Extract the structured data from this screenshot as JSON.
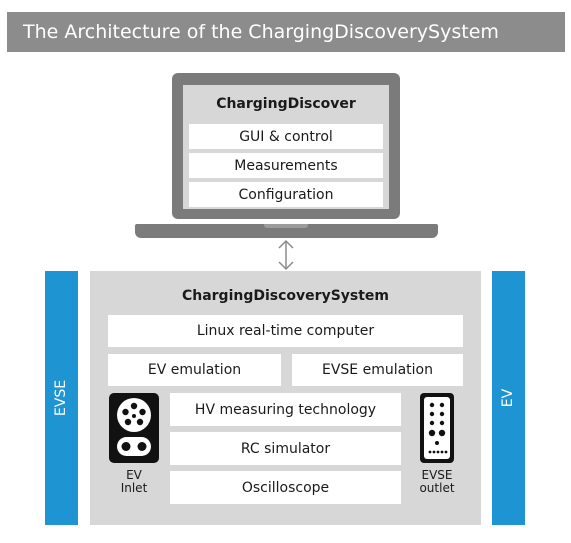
{
  "header": {
    "title": "The Architecture of the ChargingDiscoverySystem"
  },
  "laptop": {
    "title": "ChargingDiscover",
    "items": [
      "GUI & control",
      "Measurements",
      "Configuration"
    ]
  },
  "system": {
    "title": "ChargingDiscoverySystem",
    "computer": "Linux real-time computer",
    "ev_emulation": "EV emulation",
    "evse_emulation": "EVSE emulation",
    "modules": [
      "HV measuring technology",
      "RC simulator",
      "Oscilloscope"
    ],
    "inlet": {
      "line1": "EV",
      "line2": "Inlet"
    },
    "outlet": {
      "line1": "EVSE",
      "line2": "outlet"
    }
  },
  "sides": {
    "left": "EVSE",
    "right": "EV"
  },
  "colors": {
    "accent_blue": "#1f94d2",
    "gray_dark": "#7b7b7b",
    "gray_light": "#d7d7d7",
    "header_gray": "#8c8c8c"
  }
}
